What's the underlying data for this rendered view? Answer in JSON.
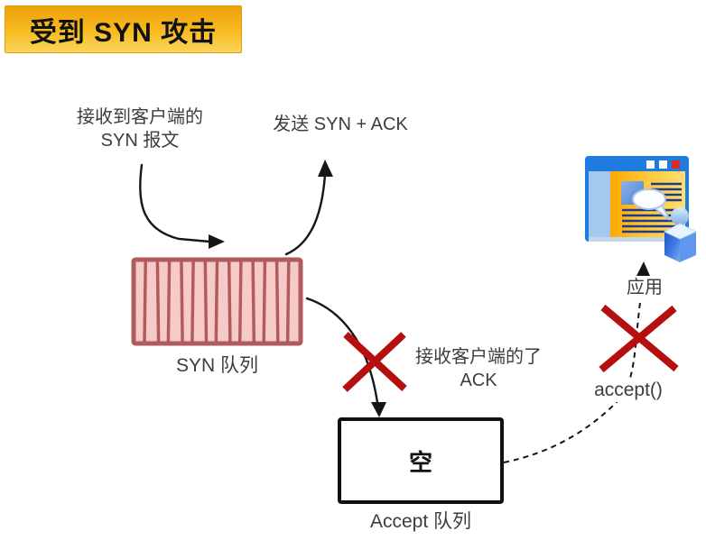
{
  "title": {
    "label": "受到 SYN 攻击"
  },
  "labels": {
    "recv_syn_line1": "接收到客户端的",
    "recv_syn_line2": "SYN 报文",
    "send_syn_ack": "发送 SYN + ACK",
    "syn_queue": "SYN 队列",
    "recv_ack_line1": "接收客户端的了",
    "recv_ack_line2": "ACK",
    "accept_empty": "空",
    "accept_queue": "Accept 队列",
    "accept_call": "accept()",
    "app": "应用"
  },
  "syn_queue": {
    "cells": 14
  },
  "icons": {
    "application": "application-window-with-user-icon",
    "blocked_ack": "red-cross-icon",
    "blocked_accept": "red-cross-icon"
  },
  "colors": {
    "banner_gradient_top": "#efa00b",
    "banner_gradient_mid": "#f7bb20",
    "banner_gradient_bottom": "#fcd45e",
    "queue_fill": "#f7caca",
    "queue_stroke": "#b05c5c",
    "cross": "#b50f0f",
    "text": "#3d3d3d",
    "line": "#161616"
  }
}
